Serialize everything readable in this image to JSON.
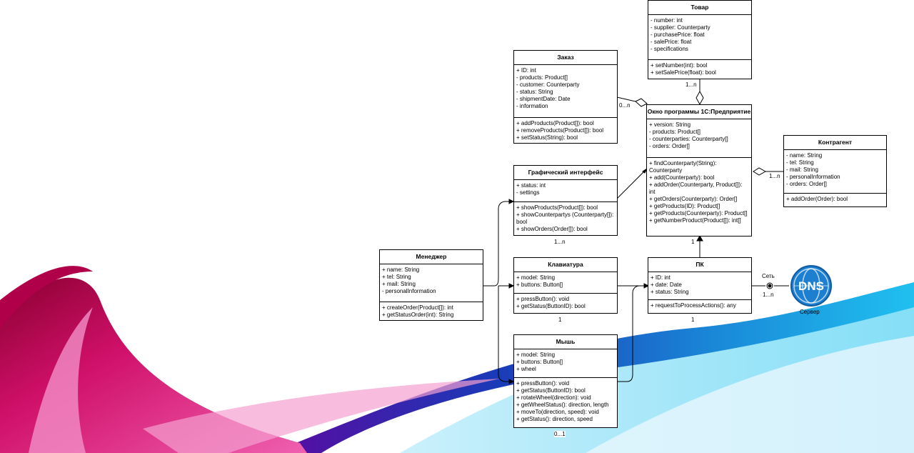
{
  "classes": {
    "tovar": {
      "title": "Товар",
      "attributes": [
        "- number: int",
        "- supplier: Counterparty",
        "- purchasePrice: float",
        "- salePrice: float",
        "- specifications"
      ],
      "methods": [
        "+ setNumber(int): bool",
        "+ setSalePrice(float): bool"
      ]
    },
    "zakaz": {
      "title": "Заказ",
      "attributes": [
        "+ ID: int",
        "- products: Product[]",
        "- customer: Counterparty",
        "- status: String",
        "- shipmentDate: Date",
        "- information"
      ],
      "methods": [
        "+ addProducts(Product[]): bool",
        "+ removeProducts(Product[]): bool",
        "+ setStatus(String): bool"
      ]
    },
    "okno": {
      "title": "Окно программы 1С:Предприятие",
      "attributes": [
        "+ version: String",
        "- products: Product[]",
        "- counterparties: Counterparty[]",
        "- orders: Order[]"
      ],
      "methods": [
        "+ findCounterparty(String): Counterparty",
        "+ add(Counterparty): bool",
        "+ addOrder(Counterparty, Product[]): int",
        "+ getOrders(Counterparty): Order[]",
        "+ getProducts(ID): Product[]",
        "+ getProducts(Counterparty): Product[]",
        "+ getNumberProduct(Product[]): int[]"
      ]
    },
    "kontragent": {
      "title": "Контрагент",
      "attributes": [
        "- name: String",
        "- tel: String",
        "- mail: String",
        "- personalInformation",
        "- orders: Order[]"
      ],
      "methods": [
        "+ addOrder(Order): bool"
      ]
    },
    "gui": {
      "title": "Графический интерфейс",
      "attributes": [
        "+ status: int",
        "- settings"
      ],
      "methods": [
        "+ showProducts(Product[]): bool",
        "+ showCounterpartys (Counterparty[]): bool",
        "+ showOrders(Order[]): bool"
      ]
    },
    "manager": {
      "title": "Менеджер",
      "attributes": [
        "+ name: String",
        "+ tel: String",
        "+ mail: String",
        "- personalInformation"
      ],
      "methods": [
        "+ createOrder(Product[]): int",
        "+ getStatusOrder(int): String"
      ]
    },
    "keyboard": {
      "title": "Клавиатура",
      "attributes": [
        "+ model: String",
        "+ buttons: Button[]"
      ],
      "methods": [
        "+ pressButton(): void",
        "+ getStatus(ButtonID): bool"
      ]
    },
    "pc": {
      "title": "ПК",
      "attributes": [
        "+ ID: int",
        "+ date: Date",
        "+ status: String"
      ],
      "methods": [
        "+ requestToProcessActions(): any"
      ]
    },
    "mouse": {
      "title": "Мышь",
      "attributes": [
        "+ model: String",
        "+ buttons: Button[]",
        "+ wheel"
      ],
      "methods": [
        "+ pressButton(): void",
        "+ getStatus(ButtonID): bool",
        "+ rotateWheel(direction): void",
        "+ getWheelStatus(): direction, length",
        "+ moveTo(direction, speed): void",
        "+ getStatus(): direction, speed"
      ]
    }
  },
  "multiplicities": {
    "tovar_okno": "1...n",
    "zakaz_okno": "0...n",
    "kontragent_okno": "1...n",
    "gui": "1...n",
    "pc_okno": "1",
    "keyboard": "1",
    "pc": "1",
    "mouse": "0...1",
    "dns": "1...n"
  },
  "network": {
    "label": "Сеть",
    "server_label": "Сервер",
    "dns_text": "DNS",
    "icon": "dns-server-icon"
  },
  "colors": {
    "pink": "#e0157a",
    "magenta": "#c0007a",
    "blue": "#2a3fb0",
    "cyan": "#22b5e8",
    "dns_blue": "#1e7fd0"
  }
}
